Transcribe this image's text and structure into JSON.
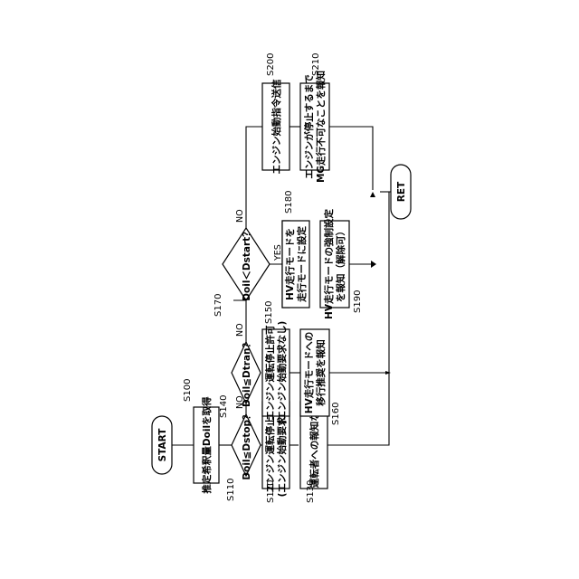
{
  "start": "START",
  "ret": "RET",
  "answers": {
    "yes": "YES",
    "no": "NO"
  },
  "steps": {
    "s100": {
      "id": "S100",
      "line1": "推定希釈量Doilを取得"
    },
    "s110": {
      "id": "S110",
      "line1": "Doil≦Dstop？"
    },
    "s120": {
      "id": "S120",
      "line1": "エンジン運転停止許可",
      "line2": "(エンジン始動要求なし)"
    },
    "s130": {
      "id": "S130",
      "line1": "運転者への報知なし"
    },
    "s140": {
      "id": "S140",
      "line1": "Doil≦Dtran？"
    },
    "s150": {
      "id": "S150",
      "line1": "エンジン運転停止許可",
      "line2": "(エンジン始動要求なし)"
    },
    "s160": {
      "id": "S160",
      "line1": "HV走行モードへの",
      "line2": "移行推奨を報知"
    },
    "s170": {
      "id": "S170",
      "line1": "Doil＜Dstart？"
    },
    "s180": {
      "id": "S180",
      "line1": "HV走行モードを",
      "line2": "走行モードに設定"
    },
    "s190": {
      "id": "S190",
      "line1": "HV走行モードの強制設定",
      "line2": "を報知（解除可）"
    },
    "s200": {
      "id": "S200",
      "line1": "エンジン始動指令送信"
    },
    "s210": {
      "id": "S210",
      "line1": "エンジンが停止するまで",
      "line2": "MG走行不可なことを報知"
    }
  }
}
